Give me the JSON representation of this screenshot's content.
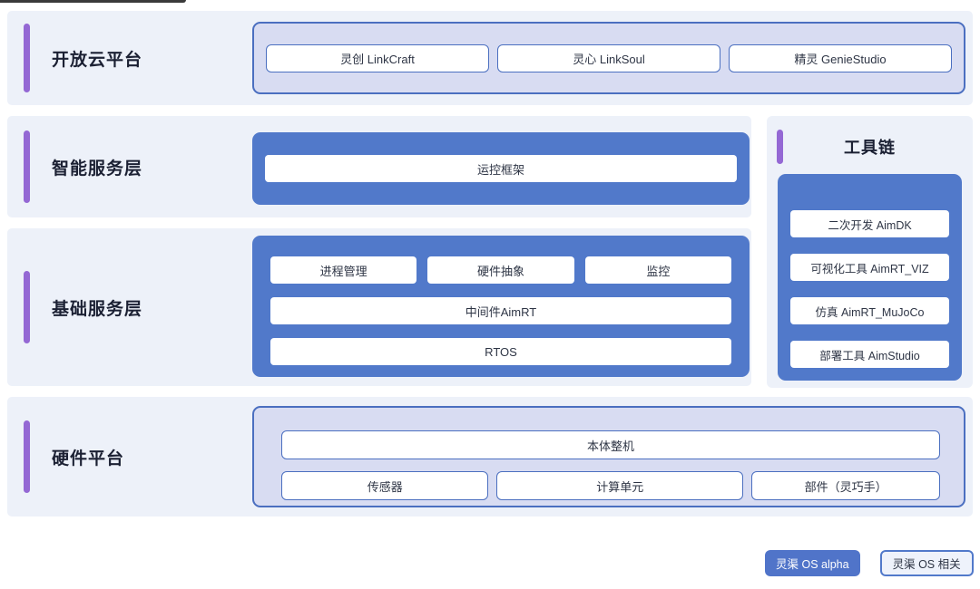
{
  "colors": {
    "panel_bg": "#edf1f9",
    "blue": "#5179ca",
    "lavender": "#d8dcf2",
    "border_blue": "#4b6fc0",
    "purple": "#9468d4",
    "btn_blue": "#5074c9",
    "text_dark": "#1b2033",
    "box_text": "#2e3545"
  },
  "layers": {
    "cloud": {
      "label": "开放云平台",
      "boxes": [
        "灵创 LinkCraft",
        "灵心 LinkSoul",
        "精灵 GenieStudio"
      ]
    },
    "intelligent": {
      "label": "智能服务层",
      "box": "运控框架"
    },
    "base": {
      "label": "基础服务层",
      "row1": [
        "进程管理",
        "硬件抽象",
        "监控"
      ],
      "middleware": "中间件AimRT",
      "rtos": "RTOS"
    },
    "hardware": {
      "label": "硬件平台",
      "machine": "本体整机",
      "row2": [
        "传感器",
        "计算单元",
        "部件（灵巧手）"
      ]
    }
  },
  "toolchain": {
    "title": "工具链",
    "boxes": [
      "二次开发 AimDK",
      "可视化工具 AimRT_VIZ",
      "仿真 AimRT_MuJoCo",
      "部署工具 AimStudio"
    ]
  },
  "legend": {
    "primary": "灵渠 OS alpha",
    "secondary": "灵渠 OS 相关"
  }
}
